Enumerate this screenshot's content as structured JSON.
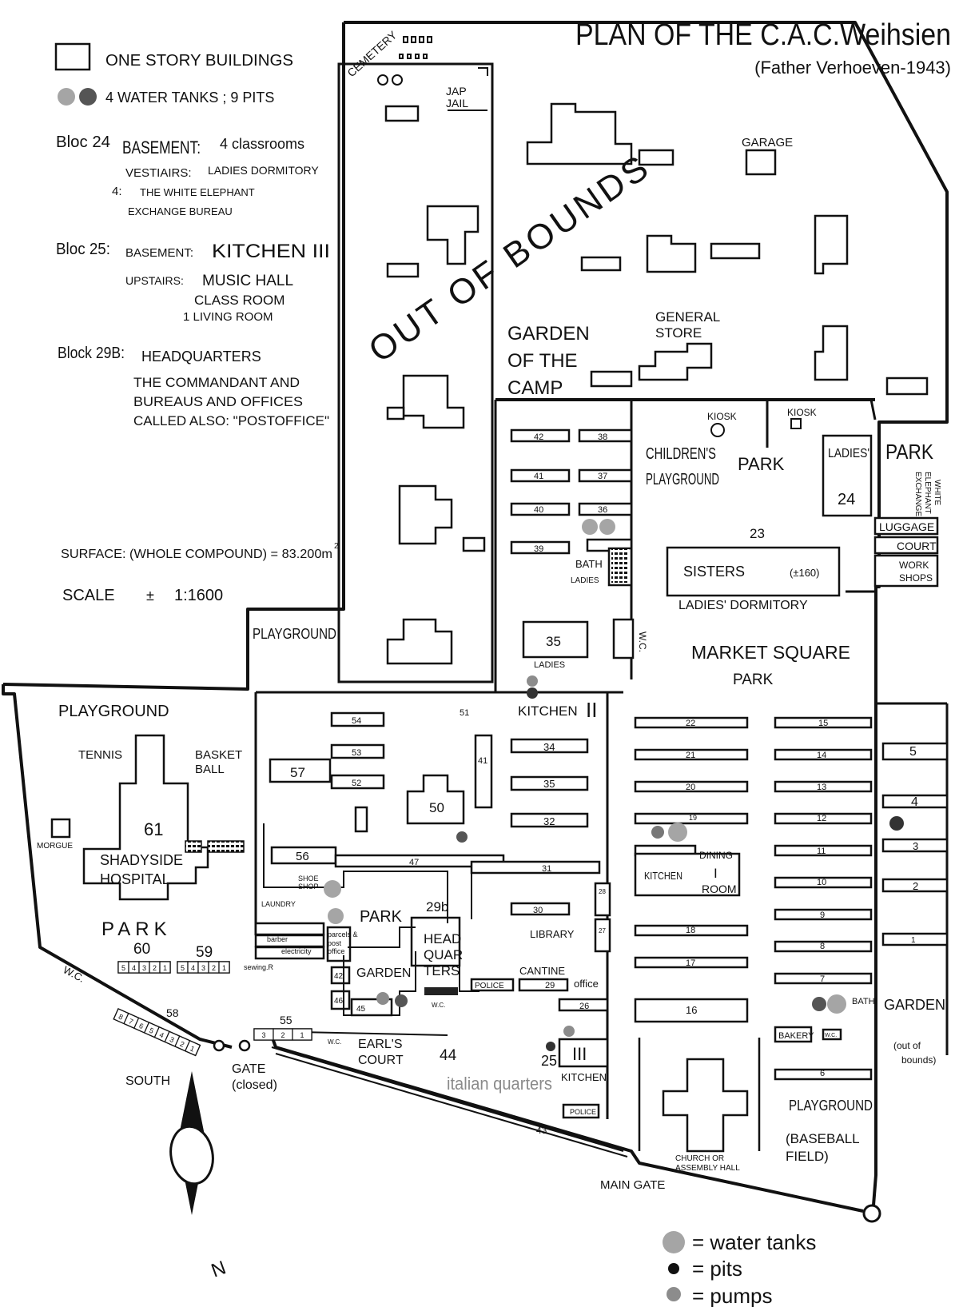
{
  "title": "PLAN OF THE C.A.C.Weihsien",
  "subtitle": "(Father Verhoeven-1943)",
  "legend": {
    "one_story": "ONE STORY BUILDINGS",
    "tanks_pits": "4 WATER TANKS ; 9 PITS"
  },
  "notes": {
    "bloc24": "Bloc 24",
    "bloc24_basement": "BASEMENT:",
    "bloc24_classrooms": "4 classrooms",
    "bloc24_vestiairs": "VESTIAIRS:",
    "bloc24_ladies_dorm": "LADIES DORMITORY",
    "bloc24_4": "4:",
    "bloc24_white_elephant": "THE WHITE ELEPHANT",
    "bloc24_exchange": "EXCHANGE BUREAU",
    "bloc25": "Bloc 25:",
    "bloc25_basement": "BASEMENT:",
    "bloc25_kitchen": "KITCHEN III",
    "bloc25_upstairs": "UPSTAIRS:",
    "bloc25_music": "MUSIC HALL",
    "bloc25_class": "CLASS ROOM",
    "bloc25_living": "1 LIVING ROOM",
    "block29b": "Block 29B:",
    "block29b_hq": "HEADQUARTERS",
    "block29b_l1": "THE COMMANDANT AND",
    "block29b_l2": "BUREAUS AND OFFICES",
    "block29b_l3": "CALLED ALSO: \"POSTOFFICE\"",
    "surface": "SURFACE: (WHOLE COMPOUND) = 83.200m",
    "surface_sup": "2",
    "scale": "SCALE",
    "scale_pm": "±",
    "scale_val": "1:1600"
  },
  "labels": {
    "cemetery": "CEMETERY",
    "jap": "JAP",
    "jail": "JAIL",
    "garage": "GARAGE",
    "out_of_bounds": "OUT OF BOUNDS",
    "garden_camp_1": "GARDEN",
    "garden_camp_2": "OF THE",
    "garden_camp_3": "CAMP",
    "general": "GENERAL",
    "store": "STORE",
    "kiosk1": "KIOSK",
    "kiosk2": "KIOSK",
    "childrens": "CHILDREN'S",
    "playground": "PLAYGROUND",
    "park_center": "PARK",
    "ladies_24": "LADIES'",
    "num_24": "24",
    "park_right": "PARK",
    "white_elephant_1": "WHITE",
    "white_elephant_2": "ELEPHANT",
    "white_elephant_3": "EXCHANGE",
    "luggage": "LUGGAGE",
    "court": "COURT",
    "work": "WORK",
    "shops": "SHOPS",
    "num_23": "23",
    "sisters": "SISTERS",
    "sisters_count": "(±160)",
    "ladies_dorm": "LADIES' DORMITORY",
    "bath_1": "BATH",
    "ladies_bath": "LADIES",
    "wc_1": "W.C.",
    "ladies_35": "LADIES",
    "market_square": "MARKET SQUARE",
    "park_market": "PARK",
    "playground_mid": "PLAYGROUND",
    "playground_left": "PLAYGROUND",
    "kitchen_ii": "KITCHEN",
    "kitchen_ii_num": "II",
    "tennis": "TENNIS",
    "basket": "BASKET",
    "ball": "BALL",
    "num_61": "61",
    "shadyside": "SHADYSIDE",
    "hospital": "HOSPITAL",
    "morgue": "MORGUE",
    "park_left": "PARK",
    "num_60": "60",
    "num_59": "59",
    "wc_left": "W.C.",
    "num_58": "58",
    "num_55": "55",
    "gate": "GATE",
    "gate_closed": "(closed)",
    "south": "SOUTH",
    "north": "N",
    "shoe_1": "SHOE",
    "shoe_2": "SHOP",
    "laundry": "LAUNDRY",
    "barber": "barber",
    "electricity": "electricity",
    "sewing": "sewing.R",
    "parcels_1": "parcels &",
    "parcels_2": "post",
    "parcels_3": "office",
    "park_small": "PARK",
    "num_29b": "29b",
    "head_1": "HEAD",
    "head_2": "QUAR",
    "head_3": "TERS",
    "garden_mid": "GARDEN",
    "library": "LIBRARY",
    "cantine": "CANTINE",
    "police_1": "POLICE",
    "office": "office",
    "wc_mid": "W.C.",
    "dining": "DINING",
    "dining_i": "I",
    "room": "ROOM",
    "kitchen_i": "KITCHEN",
    "earls_1": "EARL'S",
    "earls_2": "COURT",
    "num_44": "44",
    "italian": "italian quarters",
    "num_25": "25",
    "kitchen_iii_num": "III",
    "kitchen_iii": "KITCHEN",
    "police_2": "POLICE",
    "num_43": "43",
    "church_1": "CHURCH OR",
    "church_2": "ASSEMBLY HALL",
    "main_gate": "MAIN GATE",
    "wc_55": "W.C.",
    "bakery": "BAKERY",
    "wc_bakery": "W.C.",
    "bath_right": "BATH",
    "garden_right": "GARDEN",
    "oob_1": "(out of",
    "oob_2": "bounds)",
    "playground_right": "PLAYGROUND",
    "baseball_1": "(BASEBALL",
    "baseball_2": "FIELD)"
  },
  "building_numbers": {
    "b42": "42",
    "b38": "38",
    "b41": "41",
    "b37": "37",
    "b40": "40",
    "b36": "36",
    "b39": "39",
    "b35": "35",
    "b54": "54",
    "b53": "53",
    "b52": "52",
    "b57": "57",
    "b51": "51",
    "b41b": "41",
    "b50": "50",
    "b34": "34",
    "b35b": "35",
    "b32": "32",
    "b56": "56",
    "b47": "47",
    "b31": "31",
    "b30": "30",
    "b29": "29",
    "b28": "28",
    "b27": "27",
    "b26": "26",
    "b42b": "42",
    "b46": "46",
    "b45": "45",
    "b22": "22",
    "b21": "21",
    "b20": "20",
    "b19": "19",
    "b18": "18",
    "b17": "17",
    "b16": "16",
    "b15": "15",
    "b14": "14",
    "b13": "13",
    "b12": "12",
    "b11": "11",
    "b10": "10",
    "b9": "9",
    "b8": "8",
    "b7": "7",
    "b6": "6",
    "b5": "5",
    "b4": "4",
    "b3": "3",
    "b2": "2",
    "b1": "1"
  },
  "cells": {
    "c60": [
      "5",
      "4",
      "3",
      "2",
      "1"
    ],
    "c59": [
      "5",
      "4",
      "3",
      "2",
      "1"
    ],
    "c58": [
      "8",
      "7",
      "6",
      "5",
      "4",
      "3",
      "2",
      "1"
    ],
    "c55": [
      "3",
      "2",
      "1"
    ]
  },
  "key": {
    "water_tanks": "= water tanks",
    "pits": "= pits",
    "pumps": "= pumps"
  },
  "colors": {
    "ink": "#111111",
    "tank": "#a5a5a5",
    "pit": "#111111",
    "pump": "#8c8c8c",
    "italian_text": "#8a8a8a"
  }
}
